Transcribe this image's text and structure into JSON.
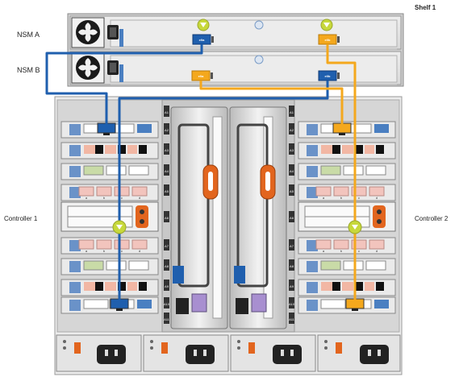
{
  "labels": {
    "shelf": "Shelf 1",
    "nsm_a": "NSM A",
    "nsm_b": "NSM B",
    "controller1": "Controller 1",
    "controller2": "Controller 2"
  },
  "ports": {
    "nsm_a_e0a": "e0a",
    "nsm_a_e0b": "e0b",
    "nsm_b_e0a": "e0a",
    "nsm_b_e0b": "e0b"
  },
  "slots": [
    "1",
    "2",
    "3",
    "4",
    "5",
    "6",
    "7",
    "8",
    "9",
    "10",
    "11"
  ],
  "card_ports": [
    "a",
    "b",
    "c",
    "d"
  ],
  "cable_colors": {
    "blue": "#1f5fae",
    "orange": "#f4a81d"
  }
}
